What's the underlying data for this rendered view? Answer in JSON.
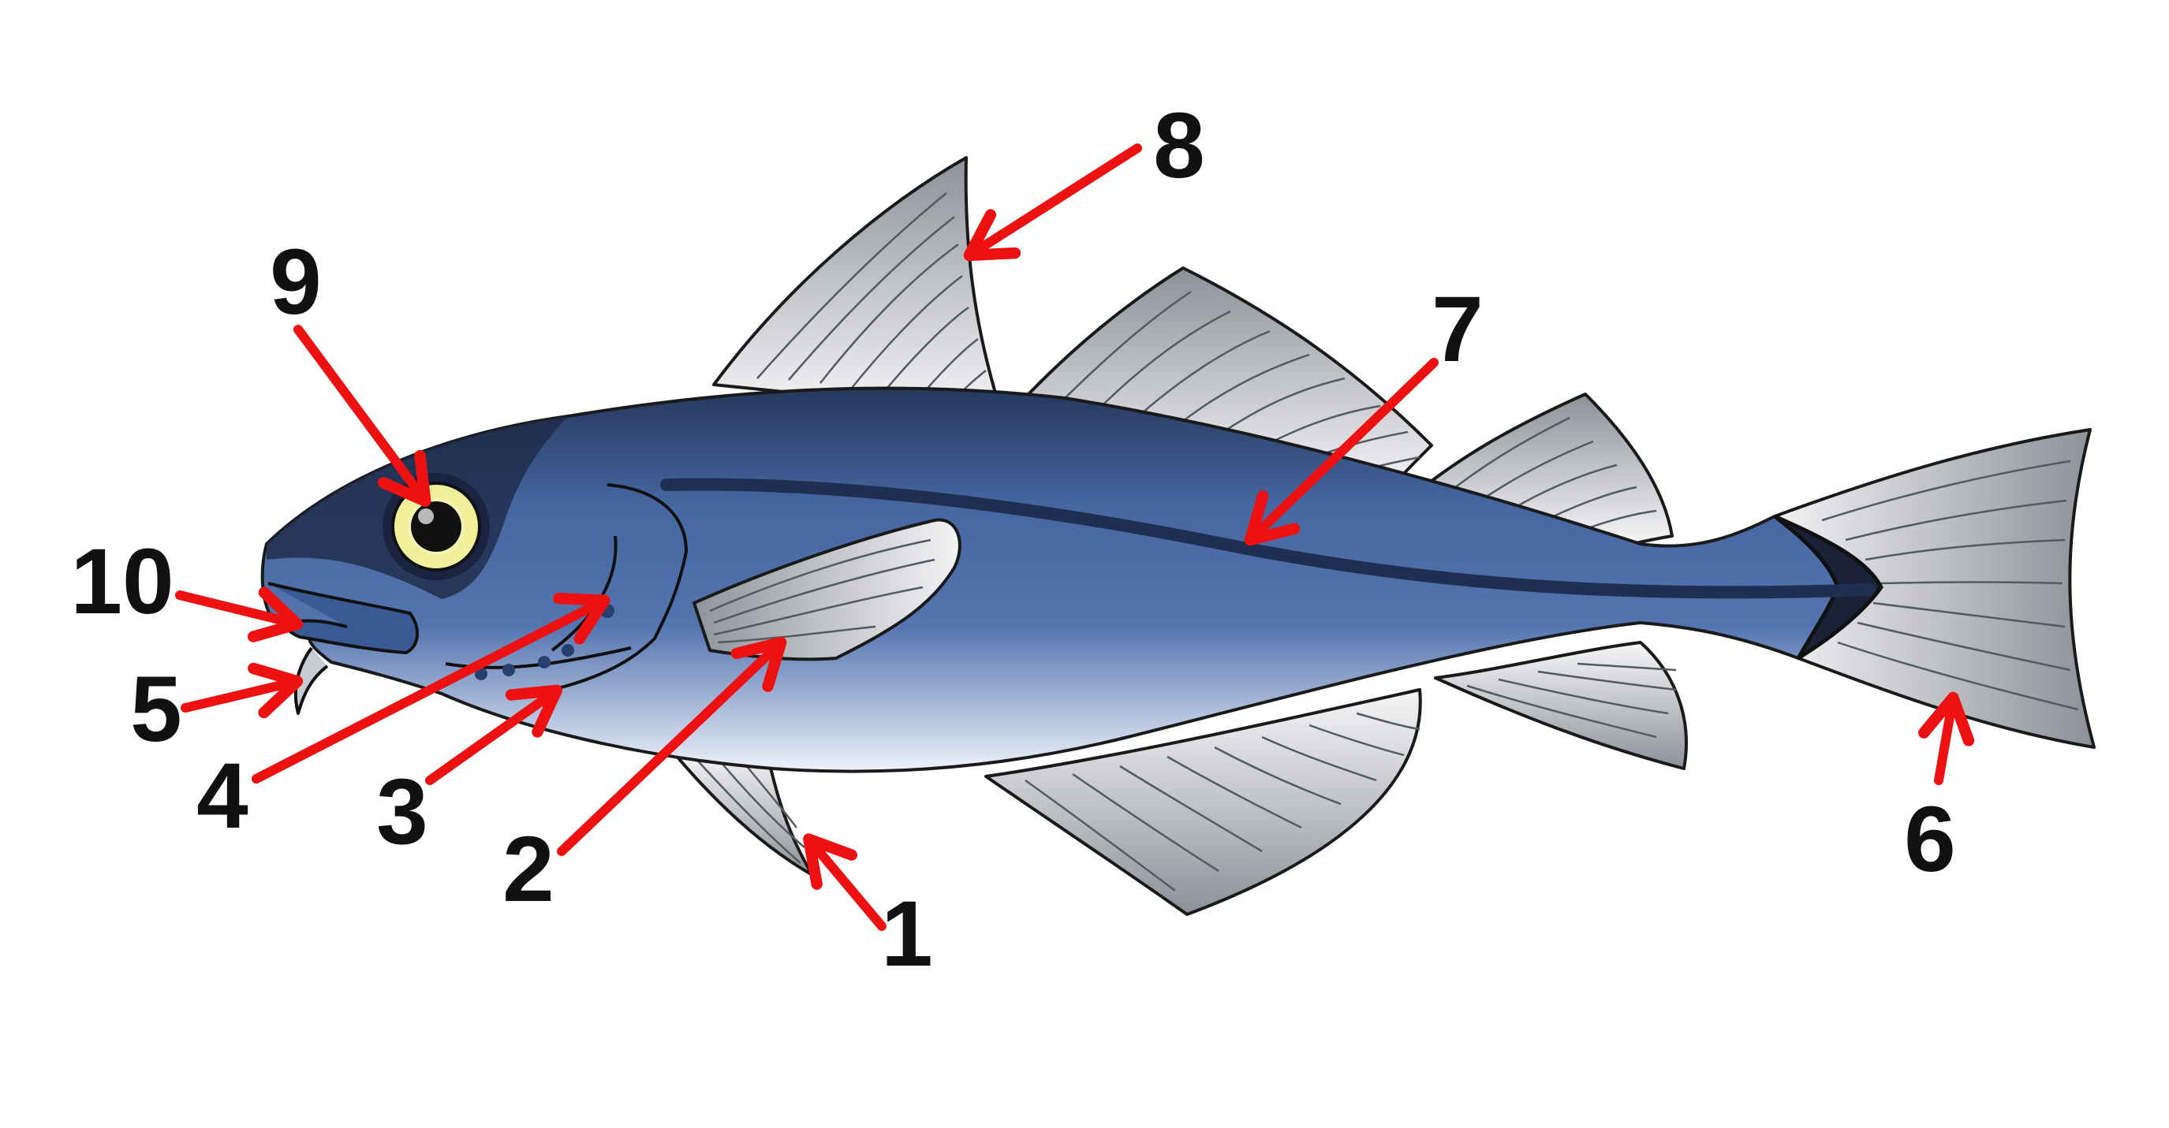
{
  "colors": {
    "body_top": "#2c3f66",
    "body_mid": "#4f6fa8",
    "body_belly": "#e6ecf6",
    "fin_light": "#f4f4f6",
    "fin_dark": "#8f949b",
    "eye_ring": "#f2ef9a",
    "arrow": "#ee1111",
    "label": "#111111"
  },
  "callouts": [
    {
      "id": "1",
      "label": "1",
      "target_part": "pelvic fin"
    },
    {
      "id": "2",
      "label": "2",
      "target_part": "pectoral fin"
    },
    {
      "id": "3",
      "label": "3",
      "target_part": "gill cover edge"
    },
    {
      "id": "4",
      "label": "4",
      "target_part": "operculum"
    },
    {
      "id": "5",
      "label": "5",
      "target_part": "barbel"
    },
    {
      "id": "6",
      "label": "6",
      "target_part": "caudal fin"
    },
    {
      "id": "7",
      "label": "7",
      "target_part": "lateral line"
    },
    {
      "id": "8",
      "label": "8",
      "target_part": "first dorsal fin"
    },
    {
      "id": "9",
      "label": "9",
      "target_part": "eye"
    },
    {
      "id": "10",
      "label": "10",
      "target_part": "mouth"
    }
  ]
}
